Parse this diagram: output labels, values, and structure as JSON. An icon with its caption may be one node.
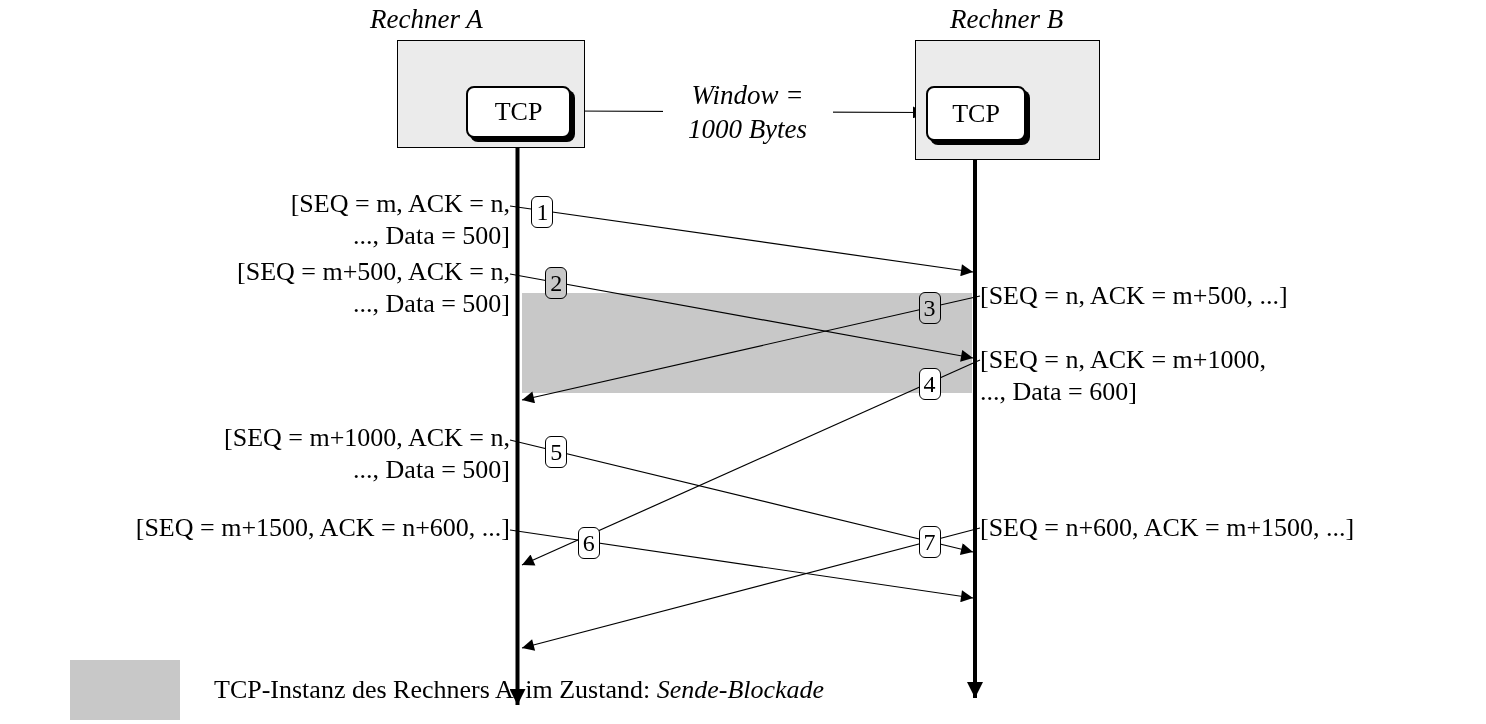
{
  "diagram": {
    "nodes": [
      {
        "text": [
          "Rechner A"
        ]
      },
      {
        "text": [
          "TCP"
        ],
        "in": 0
      },
      {
        "text": [
          "Rechner B"
        ]
      },
      {
        "text": [
          "TCP"
        ],
        "in": 2
      },
      {
        "text": [
          "[SEQ = m, ACK = n, ..., Data = 500]"
        ]
      },
      {
        "text": [
          "[SEQ = m+500, ACK = n, ..., Data = 500]"
        ]
      },
      {
        "text": [
          "[SEQ = n, ACK = m+500, ...]"
        ]
      },
      {
        "text": [
          "[SEQ = n, ACK = m+1000, ..., Data = 600]"
        ]
      },
      {
        "text": [
          "[SEQ = m+1000, ACK = n, ..., Data = 500]"
        ]
      },
      {
        "text": [
          "[SEQ = m+1500, ACK = n+600, ...]"
        ]
      },
      {
        "text": [
          "[SEQ = n+600, ACK = m+1500, ...]"
        ]
      }
    ],
    "edges": [
      {
        "from": 1,
        "to": 3,
        "arrow": "to",
        "label": "Window = 1000 Bytes"
      },
      {
        "from": 1,
        "to": null,
        "arrow": "to",
        "style": "thick"
      },
      {
        "from": 3,
        "to": null,
        "arrow": "to",
        "style": "thick"
      },
      {
        "from": 4,
        "to": 6,
        "arrow": "to",
        "label": "1"
      },
      {
        "from": 5,
        "to": 7,
        "arrow": "to",
        "label": "2"
      },
      {
        "from": 6,
        "to": 8,
        "arrow": "to",
        "label": "3"
      },
      {
        "from": 7,
        "to": 9,
        "arrow": "to",
        "label": "4"
      },
      {
        "from": 8,
        "to": 10,
        "arrow": "to",
        "label": "5"
      },
      {
        "from": 9,
        "to": null,
        "arrow": "to",
        "label": "6"
      },
      {
        "from": 10,
        "to": null,
        "arrow": "to",
        "label": "7"
      }
    ],
    "legend": [
      {
        "text": "TCP-Instanz des Rechners A  im Zustand: *Sende-Blockade*",
        "color": "#c8c8c8"
      }
    ]
  }
}
